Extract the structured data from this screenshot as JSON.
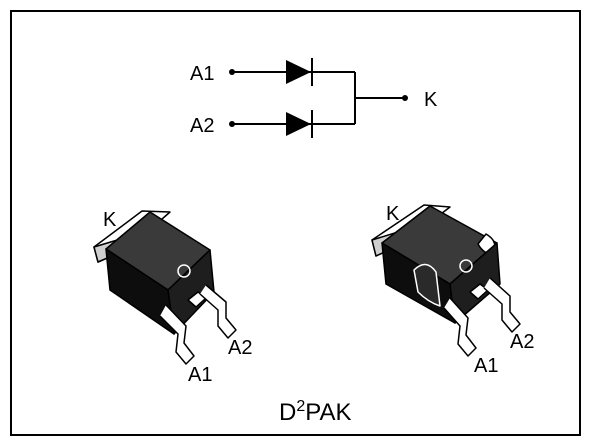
{
  "schematic": {
    "pin_a1": "A1",
    "pin_a2": "A2",
    "pin_k": "K"
  },
  "package_left": {
    "tab_label": "K",
    "lead_a1": "A1",
    "lead_a2": "A2"
  },
  "package_right": {
    "tab_label": "K",
    "lead_a1": "A1",
    "lead_a2": "A2"
  },
  "package_name": {
    "prefix": "D",
    "superscript": "2",
    "suffix": "PAK"
  }
}
